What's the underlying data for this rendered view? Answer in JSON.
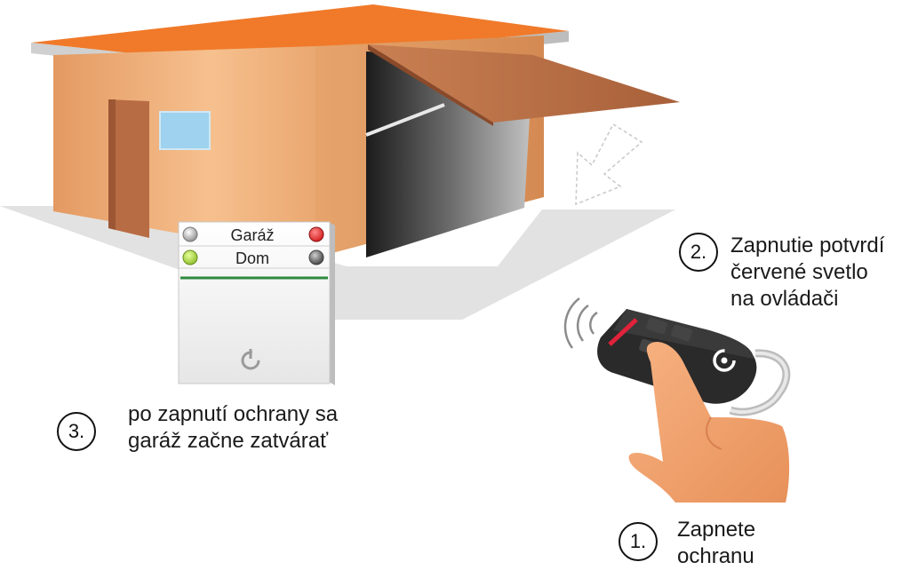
{
  "panel": {
    "row1_label": "Garáž",
    "row2_label": "Dom"
  },
  "steps": [
    {
      "number": "1.",
      "lines": [
        "Zapnete",
        "ochranu"
      ]
    },
    {
      "number": "2.",
      "lines": [
        "Zapnutie potvrdí",
        "červené svetlo",
        "na ovládači"
      ]
    },
    {
      "number": "3.",
      "lines": [
        "po zapnutí ochrany sa",
        "garáž začne zatvárať"
      ]
    }
  ],
  "colors": {
    "roof": "#f07a2a",
    "wall": "#e8a872",
    "indicator_red": "#e02020",
    "indicator_green": "#9ccc3a",
    "panel_line": "#2e8b3e",
    "remote_stripe": "#e0223a"
  }
}
